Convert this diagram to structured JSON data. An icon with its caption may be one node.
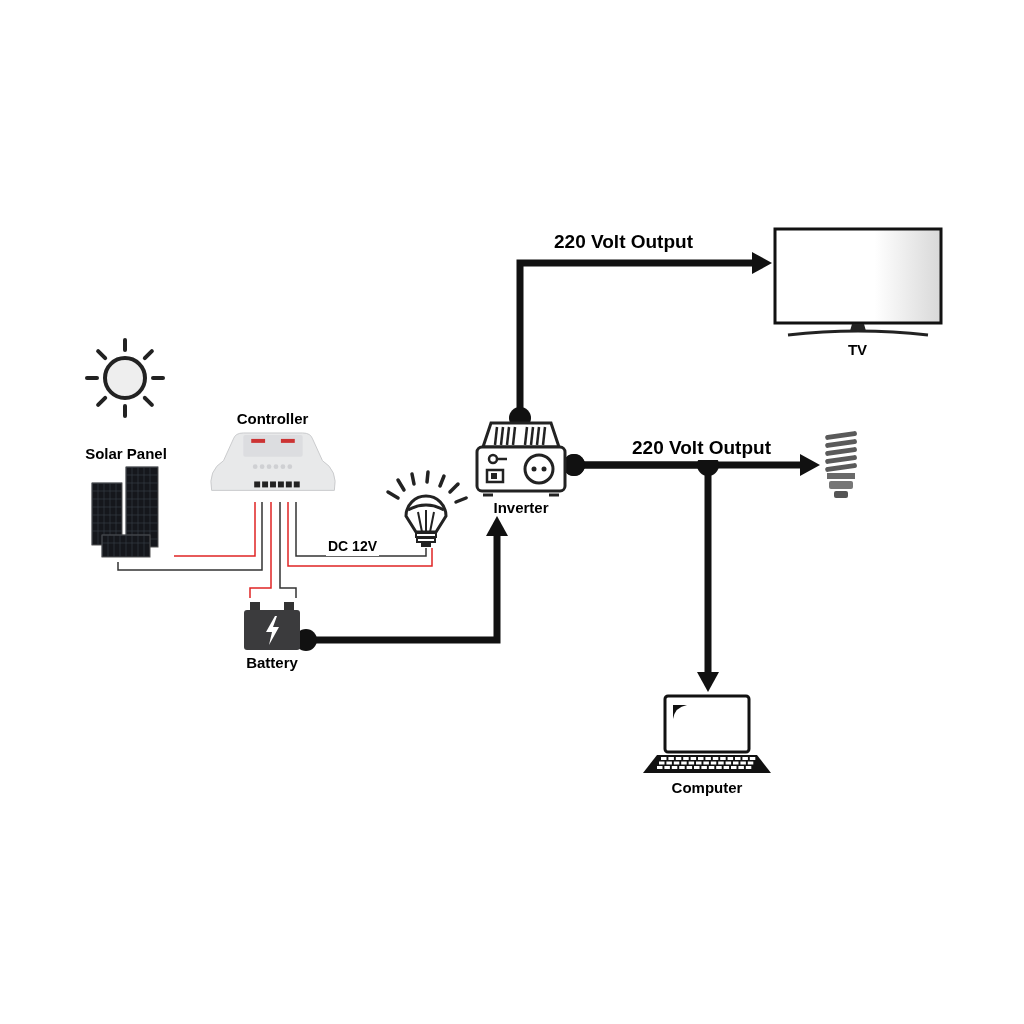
{
  "diagram": {
    "nodes": [
      {
        "text": [],
        "shape": "picture"
      },
      {
        "text": [
          "Solar Panel"
        ]
      },
      {
        "text": [
          "Controller"
        ]
      },
      {
        "text": [],
        "shape": "picture"
      },
      {
        "text": [
          "Battery"
        ]
      },
      {
        "text": [
          "Inverter"
        ]
      },
      {
        "text": [
          "TV"
        ]
      },
      {
        "text": [],
        "shape": "picture"
      },
      {
        "text": [
          "Computer"
        ]
      }
    ],
    "edges": [
      {
        "from": 1,
        "to": 2,
        "arrow": "none"
      },
      {
        "from": 1,
        "to": 2,
        "arrow": "none",
        "color": "#e02424"
      },
      {
        "from": 2,
        "to": 3,
        "arrow": "none",
        "label": "DC 12V"
      },
      {
        "from": 2,
        "to": 3,
        "arrow": "none",
        "color": "#e02424"
      },
      {
        "from": 2,
        "to": 4,
        "arrow": "none"
      },
      {
        "from": 2,
        "to": 4,
        "arrow": "none",
        "color": "#e02424"
      },
      {
        "from": 4,
        "to": 5,
        "arrow": "to",
        "style": "thick"
      },
      {
        "from": 5,
        "to": 6,
        "arrow": "to",
        "style": "thick",
        "label": "220 Volt Output"
      },
      {
        "from": 5,
        "to": 7,
        "arrow": "to",
        "style": "thick",
        "label": "220 Volt Output"
      },
      {
        "from": 5,
        "to": 8,
        "arrow": "to",
        "style": "thick"
      }
    ]
  }
}
